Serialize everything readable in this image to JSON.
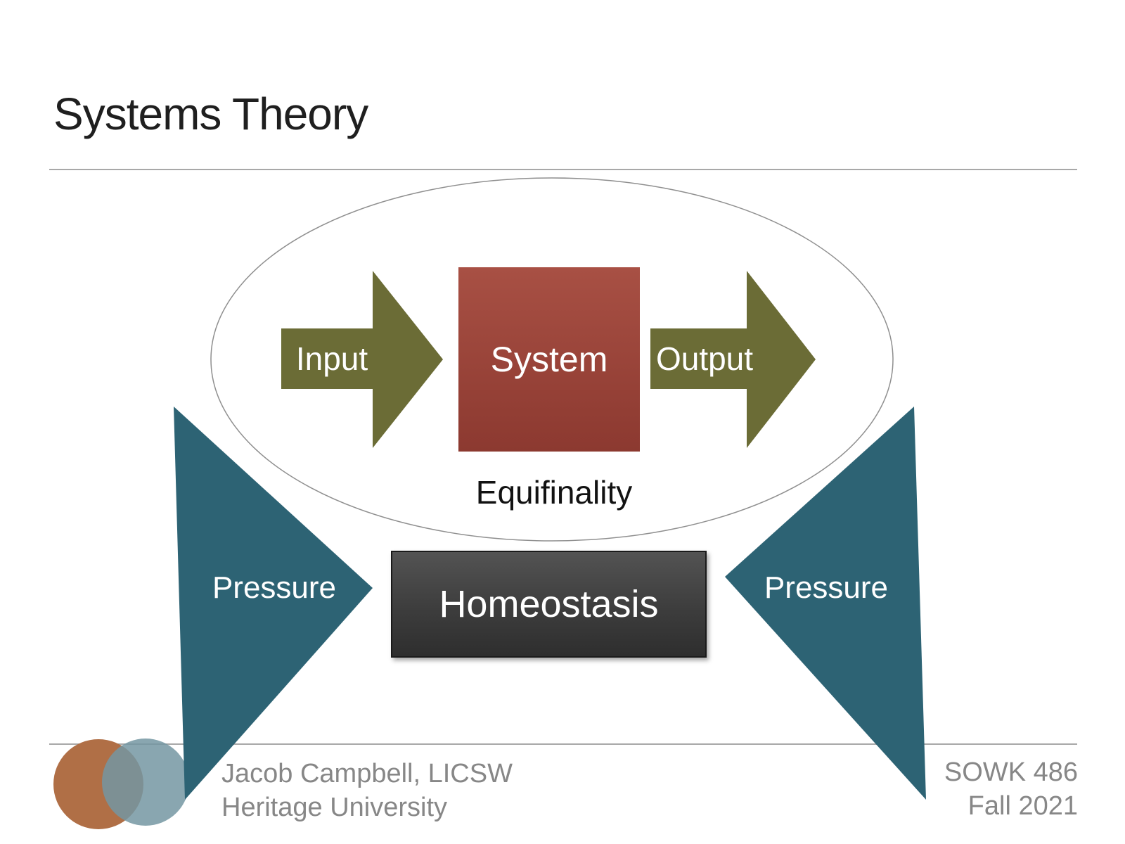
{
  "slide": {
    "title": "Systems Theory",
    "diagram": {
      "input_label": "Input",
      "system_label": "System",
      "output_label": "Output",
      "equifinality_label": "Equifinality",
      "homeostasis_label": "Homeostasis",
      "pressure_left_label": "Pressure",
      "pressure_right_label": "Pressure"
    },
    "footer": {
      "author": "Jacob Campbell, LICSW",
      "institution": "Heritage University",
      "course": "SOWK 486",
      "term": "Fall 2021"
    },
    "colors": {
      "olive_arrow": "#6b6c36",
      "system_red_top": "#a85044",
      "system_red_bottom": "#8c3930",
      "pressure_teal": "#2d6374",
      "logo_orange": "#b06f46",
      "logo_orange_outline": "#2b2d2e",
      "logo_teal": "#7496a2",
      "ellipse_outline": "#8f8f8f",
      "divider_gray": "#a8a8a8",
      "footer_text_gray": "#878787"
    }
  }
}
